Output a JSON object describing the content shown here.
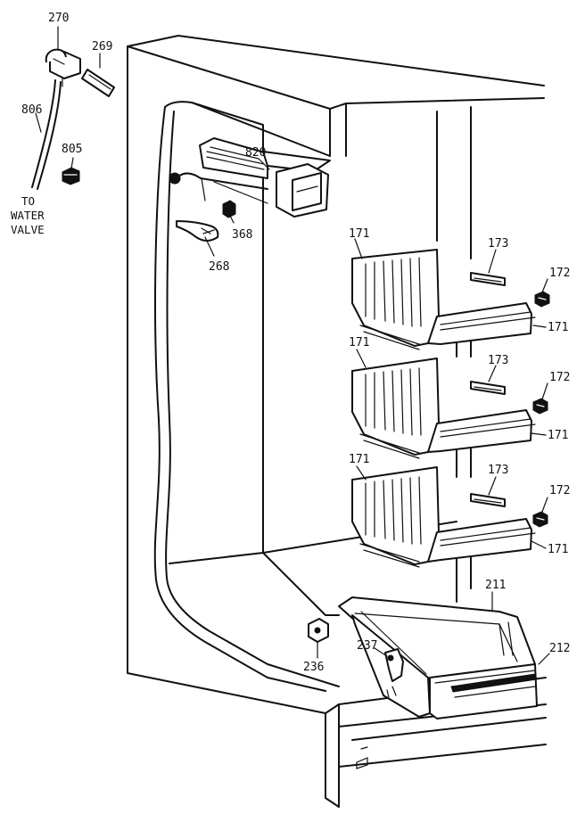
{
  "callouts": {
    "c270": "270",
    "c269": "269",
    "c806": "806",
    "c805": "805",
    "c820": "820",
    "c368": "368",
    "c268": "268",
    "c171": "171",
    "c173": "173",
    "c172": "172",
    "c211": "211",
    "c212": "212",
    "c237": "237",
    "c236": "236"
  },
  "note_water_valve": {
    "line1": "TO",
    "line2": "WATER",
    "line3": "VALVE"
  }
}
